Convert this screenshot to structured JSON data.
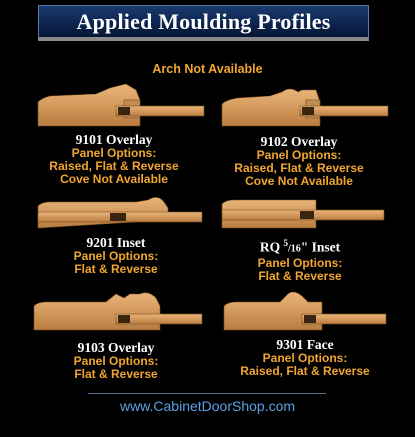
{
  "banner": {
    "title": "Applied Moulding Profiles"
  },
  "top_note": "Arch Not Available",
  "profiles": [
    {
      "name": "9101 Overlay",
      "line1": "Panel Options:",
      "line2": "Raised, Flat & Reverse",
      "line3": "Cove Not Available"
    },
    {
      "name": "9102 Overlay",
      "line1": "Panel Options:",
      "line2": "Raised, Flat & Reverse",
      "line3": "Cove Not Available"
    },
    {
      "name": "9201 Inset",
      "line1": "Panel Options:",
      "line2": "Flat & Reverse"
    },
    {
      "name_prefix": "RQ ",
      "name_sup": "5",
      "name_sub": "/16",
      "name_suffix": "\" Inset",
      "line1": "Panel Options:",
      "line2": "Flat & Reverse"
    },
    {
      "name": "9103 Overlay",
      "line1": "Panel Options:",
      "line2": "Flat & Reverse"
    },
    {
      "name": "9301 Face",
      "line1": "Panel Options:",
      "line2": "Raised, Flat & Reverse"
    }
  ],
  "footer": {
    "url": "www.CabinetDoorShop.com"
  },
  "colors": {
    "wood": "#d9a066",
    "wood_dark": "#b47a3e",
    "caption": "#f0a531",
    "link": "#5aa0e6"
  }
}
